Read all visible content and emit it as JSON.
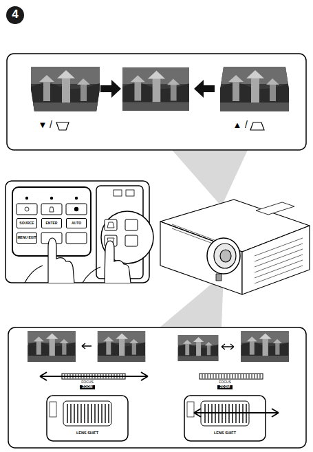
{
  "diagram": {
    "nodes": [
      {
        "text": [
          "SOURCE"
        ]
      },
      {
        "text": [
          "ENTER"
        ]
      },
      {
        "text": [
          "AUTO"
        ]
      },
      {
        "text": [
          "MENU EXIT"
        ]
      }
    ],
    "labels": [
      "4",
      "▼",
      "/",
      "▲",
      "/",
      "FOCUS",
      "ZOOM",
      "LENS SHIFT",
      "FOCUS",
      "ZOOM",
      "LENS SHIFT"
    ]
  }
}
